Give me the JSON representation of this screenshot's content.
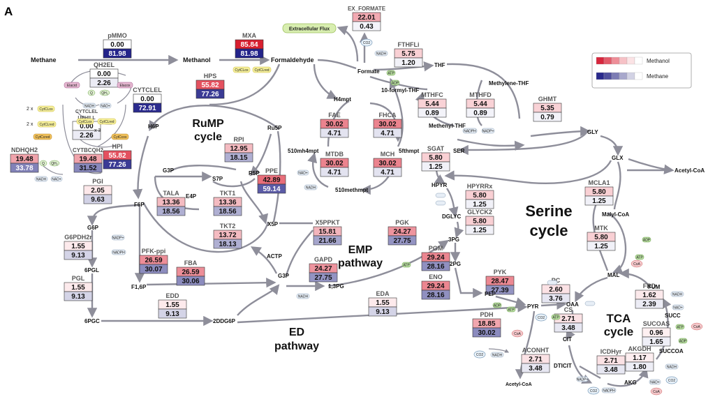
{
  "panel_label": "A",
  "legend": {
    "rows": [
      {
        "name": "Methanol",
        "colors": [
          "#d7263d",
          "#e35a6a",
          "#ee8e98",
          "#f6c1c6",
          "#fbe3e5",
          "#ffffff"
        ],
        "min": "",
        "max": ""
      },
      {
        "name": "Methane",
        "colors": [
          "#2a2a8c",
          "#50509e",
          "#7c7cb4",
          "#a8a8cc",
          "#d2d2e4",
          "#ffffff"
        ],
        "min": "",
        "max": ""
      }
    ]
  },
  "pathway_labels": {
    "rump": [
      "RuMP",
      "cycle"
    ],
    "serine": [
      "Serine",
      "cycle"
    ],
    "emp": [
      "EMP",
      "pathway"
    ],
    "ed": [
      "ED",
      "pathway"
    ],
    "tca": [
      "TCA",
      "cycle"
    ]
  },
  "extracellular": "Extracellular Flux",
  "enzymes": [
    {
      "id": "pmmo",
      "name": "pMMO",
      "v1": "0.00",
      "v2": "81.98",
      "c1": "#ffffff",
      "c2": "#23238a"
    },
    {
      "id": "mxa",
      "name": "MXA",
      "v1": "85.84",
      "v2": "81.98",
      "c1": "#d81f2f",
      "c2": "#23238a"
    },
    {
      "id": "ex_formate",
      "name": "EX_FORMATE",
      "v1": "22.01",
      "v2": "0.43",
      "c1": "#f2aab2",
      "c2": "#f4f4fa"
    },
    {
      "id": "fthfli",
      "name": "FTHFLi",
      "v1": "5.75",
      "v2": "1.20",
      "c1": "#f9d0d4",
      "c2": "#f2f2f8"
    },
    {
      "id": "qh2el",
      "name": "QH2EL",
      "v1": "0.00",
      "v2": "2.26",
      "c1": "#ffffff",
      "c2": "#ececf5"
    },
    {
      "id": "cytclel",
      "name": "CYTCLEL",
      "v1": "0.00",
      "v2": "72.91",
      "c1": "#ffffff",
      "c2": "#2b2b8e"
    },
    {
      "id": "hps",
      "name": "HPS",
      "v1": "55.82",
      "v2": "77.26",
      "c1": "#e4515f",
      "c2": "#3b3b95"
    },
    {
      "id": "cytclel_uphill",
      "name": "CYTCLEL UPHILL",
      "v1": "0.00",
      "v2": "2.26",
      "c1": "#ffffff",
      "c2": "#ececf5"
    },
    {
      "id": "ndhqh2",
      "name": "NDHQH2",
      "v1": "19.48",
      "v2": "33.78",
      "c1": "#f0a3ab",
      "c2": "#8282b8"
    },
    {
      "id": "cytbcqh2",
      "name": "CYTBCQH2",
      "v1": "19.48",
      "v2": "31.52",
      "c1": "#f0a3ab",
      "c2": "#8888bc"
    },
    {
      "id": "hpi",
      "name": "HPI",
      "v1": "55.82",
      "v2": "77.26",
      "c1": "#e4515f",
      "c2": "#3b3b95"
    },
    {
      "id": "rpi",
      "name": "RPI",
      "v1": "12.95",
      "v2": "18.15",
      "c1": "#f4bbc1",
      "c2": "#afafd2"
    },
    {
      "id": "ppe",
      "name": "PPE",
      "v1": "42.89",
      "v2": "59.14",
      "c1": "#e86e7a",
      "c2": "#5b5ba6"
    },
    {
      "id": "pgi",
      "name": "PGI",
      "v1": "2.05",
      "v2": "9.63",
      "c1": "#fde8ea",
      "c2": "#d2d2e6"
    },
    {
      "id": "tala",
      "name": "TALA",
      "v1": "13.36",
      "v2": "18.56",
      "c1": "#f4bbc1",
      "c2": "#afafd2"
    },
    {
      "id": "tkt1",
      "name": "TKT1",
      "v1": "13.36",
      "v2": "18.56",
      "c1": "#f4bbc1",
      "c2": "#afafd2"
    },
    {
      "id": "tkt2",
      "name": "TKT2",
      "v1": "13.72",
      "v2": "18.13",
      "c1": "#f4bbc1",
      "c2": "#afafd2"
    },
    {
      "id": "x5ppkt",
      "name": "X5PPKT",
      "v1": "15.81",
      "v2": "21.66",
      "c1": "#f3b5bc",
      "c2": "#a5a5cc"
    },
    {
      "id": "g6pdh2r",
      "name": "G6PDH2r",
      "v1": "1.55",
      "v2": "9.13",
      "c1": "#fdeaec",
      "c2": "#d4d4e7"
    },
    {
      "id": "pfk_ppi",
      "name": "PFK-ppi",
      "v1": "26.59",
      "v2": "30.07",
      "c1": "#ed8e98",
      "c2": "#8c8cbe"
    },
    {
      "id": "fba",
      "name": "FBA",
      "v1": "26.59",
      "v2": "30.06",
      "c1": "#ed8e98",
      "c2": "#8c8cbe"
    },
    {
      "id": "pgl",
      "name": "PGL",
      "v1": "1.55",
      "v2": "9.13",
      "c1": "#fdeaec",
      "c2": "#d4d4e7"
    },
    {
      "id": "edd",
      "name": "EDD",
      "v1": "1.55",
      "v2": "9.13",
      "c1": "#fdeaec",
      "c2": "#d4d4e7"
    },
    {
      "id": "gapd",
      "name": "GAPD",
      "v1": "24.27",
      "v2": "27.75",
      "c1": "#ee949e",
      "c2": "#9393c2"
    },
    {
      "id": "pgk",
      "name": "PGK",
      "v1": "24.27",
      "v2": "27.75",
      "c1": "#ee949e",
      "c2": "#9393c2"
    },
    {
      "id": "fae",
      "name": "FAE",
      "v1": "30.02",
      "v2": "4.71",
      "c1": "#eb838e",
      "c2": "#e3e3f0"
    },
    {
      "id": "fhca",
      "name": "FHCA",
      "v1": "30.02",
      "v2": "4.71",
      "c1": "#eb838e",
      "c2": "#e3e3f0"
    },
    {
      "id": "mtdb",
      "name": "MTDB",
      "v1": "30.02",
      "v2": "4.71",
      "c1": "#eb838e",
      "c2": "#e3e3f0"
    },
    {
      "id": "mch",
      "name": "MCH",
      "v1": "30.02",
      "v2": "4.71",
      "c1": "#eb838e",
      "c2": "#e3e3f0"
    },
    {
      "id": "mthfc",
      "name": "MTHFC",
      "v1": "5.44",
      "v2": "0.89",
      "c1": "#f9d2d6",
      "c2": "#f3f3f9"
    },
    {
      "id": "mthfd",
      "name": "MTHFD",
      "v1": "5.44",
      "v2": "0.89",
      "c1": "#f9d2d6",
      "c2": "#f3f3f9"
    },
    {
      "id": "ghmt",
      "name": "GHMT",
      "v1": "5.35",
      "v2": "0.79",
      "c1": "#f9d2d6",
      "c2": "#f3f3f9"
    },
    {
      "id": "sgat",
      "name": "SGAT",
      "v1": "5.80",
      "v2": "1.25",
      "c1": "#f9d0d4",
      "c2": "#f1f1f8"
    },
    {
      "id": "hpyrrx",
      "name": "HPYRRx",
      "v1": "5.80",
      "v2": "1.25",
      "c1": "#f9d0d4",
      "c2": "#f1f1f8"
    },
    {
      "id": "glyck2",
      "name": "GLYCK2",
      "v1": "5.80",
      "v2": "1.25",
      "c1": "#f9d0d4",
      "c2": "#f1f1f8"
    },
    {
      "id": "mcla1",
      "name": "MCLA1",
      "v1": "5.80",
      "v2": "1.25",
      "c1": "#f9d0d4",
      "c2": "#f1f1f8"
    },
    {
      "id": "mtk",
      "name": "MTK",
      "v1": "5.80",
      "v2": "1.25",
      "c1": "#f9d0d4",
      "c2": "#f1f1f8"
    },
    {
      "id": "pgm",
      "name": "PGM",
      "v1": "29.24",
      "v2": "28.16",
      "c1": "#eb8690",
      "c2": "#9090c0"
    },
    {
      "id": "eno",
      "name": "ENO",
      "v1": "29.24",
      "v2": "28.16",
      "c1": "#eb8690",
      "c2": "#9090c0"
    },
    {
      "id": "pyk",
      "name": "PYK",
      "v1": "28.47",
      "v2": "27.39",
      "c1": "#ec8892",
      "c2": "#9494c2"
    },
    {
      "id": "eda",
      "name": "EDA",
      "v1": "1.55",
      "v2": "9.13",
      "c1": "#fdeaec",
      "c2": "#d4d4e7"
    },
    {
      "id": "pc",
      "name": "PC",
      "v1": "2.60",
      "v2": "3.76",
      "c1": "#fbe2e5",
      "c2": "#e6e6f2"
    },
    {
      "id": "pdh",
      "name": "PDH",
      "v1": "18.85",
      "v2": "30.02",
      "c1": "#f1a6ae",
      "c2": "#8b8bbe"
    },
    {
      "id": "cs",
      "name": "CS",
      "v1": "2.71",
      "v2": "3.48",
      "c1": "#fbe2e5",
      "c2": "#e7e7f2"
    },
    {
      "id": "frd",
      "name": "FRD",
      "v1": "1.62",
      "v2": "2.39",
      "c1": "#fce9eb",
      "c2": "#ececf5"
    },
    {
      "id": "sucoas",
      "name": "SUCOAS",
      "v1": "0.96",
      "v2": "1.65",
      "c1": "#fef0f1",
      "c2": "#efeff7"
    },
    {
      "id": "aconht",
      "name": "ACONHT",
      "v1": "2.71",
      "v2": "3.48",
      "c1": "#fbe2e5",
      "c2": "#e7e7f2"
    },
    {
      "id": "icdhyr",
      "name": "ICDHyr",
      "v1": "2.71",
      "v2": "3.48",
      "c1": "#fbe2e5",
      "c2": "#e7e7f2"
    },
    {
      "id": "akgdh",
      "name": "AKGDH",
      "v1": "1.17",
      "v2": "1.80",
      "c1": "#fdeef0",
      "c2": "#eeeef6"
    }
  ],
  "metabolites": [
    "Methane",
    "Methanol",
    "Formaldehyde",
    "Formate",
    "THF",
    "10-formyl-THF",
    "Methylene-THF",
    "Methenyl-THF",
    "H4mpt",
    "510mh4mpt",
    "510methmpt",
    "5fthmpt",
    "H6P",
    "Ru5P",
    "R5P",
    "S7P",
    "G3P",
    "E4P",
    "X5P",
    "F6P",
    "G6P",
    "6PGL",
    "6PGC",
    "2DDG6P",
    "F1,6P",
    "ACTP",
    "1,3PG",
    "3PG",
    "2PG",
    "PEP",
    "PYR",
    "OAA",
    "MAL",
    "FUM",
    "SUCC",
    "SUCCOA",
    "AKG",
    "DTICIT",
    "CIT",
    "Acetyl-CoA",
    "Malyl-CoA",
    "GLX",
    "GLY",
    "SER",
    "HPYR",
    "DGLYC",
    "Acetyl-CoA"
  ],
  "cofactors": {
    "nadh": "NADH",
    "nadp": "NADP+",
    "nadph": "NADPH",
    "nad": "NAD+",
    "atp": "ATP",
    "adp": "ADP",
    "co2": "CO2",
    "coa": "CoA",
    "q": "Q",
    "qh2": "QH₂",
    "cytclox": "CytCLox",
    "cytclred": "CytCLred",
    "elacrd": "Elacrd",
    "elacox": "Elacox",
    "cytccox": "CytCcox",
    "cytccred": "CytCcred",
    "x2": "2 x",
    "x3": "x 3"
  }
}
